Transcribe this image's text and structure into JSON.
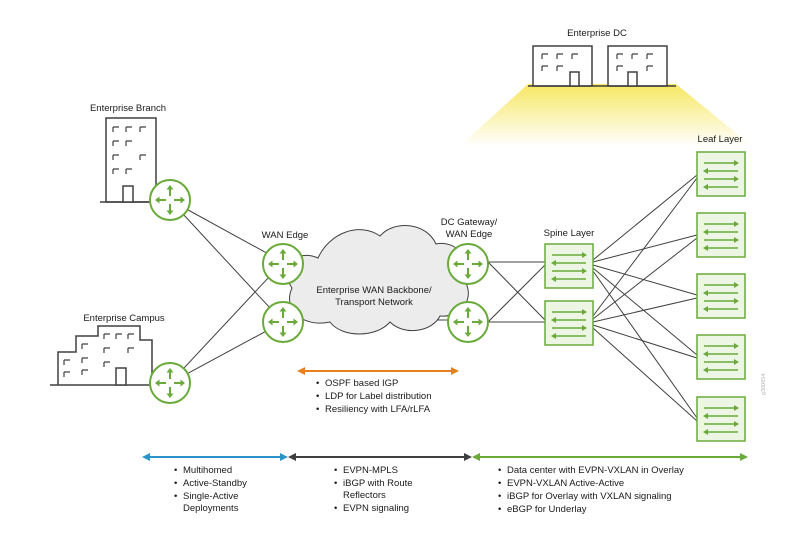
{
  "labels": {
    "enterprise_dc": "Enterprise DC",
    "enterprise_branch": "Enterprise Branch",
    "enterprise_campus": "Enterprise Campus",
    "wan_edge": "WAN Edge",
    "dc_gateway_line1": "DC Gateway/",
    "dc_gateway_line2": "WAN Edge",
    "spine_layer": "Spine Layer",
    "leaf_layer": "Leaf Layer",
    "backbone_line1": "Enterprise WAN Backbone/",
    "backbone_line2": "Transport Network"
  },
  "transport_bullets": [
    "OSPF based IGP",
    "LDP for Label distribution",
    "Resiliency with LFA/rLFA"
  ],
  "access_bullets": [
    "Multihomed",
    "Active-Standby",
    "Single-Active Deployments"
  ],
  "core_bullets": [
    "EVPN-MPLS",
    "iBGP with Route Reflectors",
    "EVPN signaling"
  ],
  "dc_bullets": [
    "Data center with EVPN-VXLAN in Overlay",
    "EVPN-VXLAN Active-Active",
    "iBGP for Overlay with VXLAN signaling",
    "eBGP for Underlay"
  ],
  "watermark": "g300654",
  "colors": {
    "green": "#6aaa3a",
    "green_light": "#edf6e4",
    "orange": "#e8811c",
    "blue": "#2b93c8",
    "dark": "#404040",
    "dc_glow": "#f6e65a"
  }
}
